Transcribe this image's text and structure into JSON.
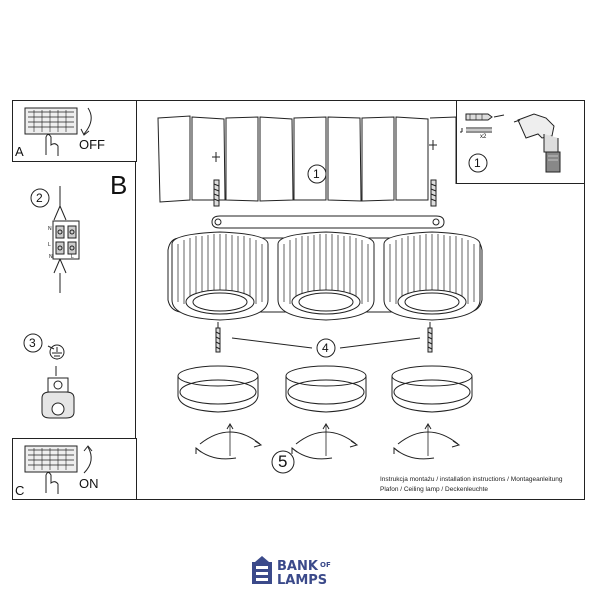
{
  "main_panel": {
    "label": "B"
  },
  "panel_a": {
    "letter": "A",
    "action": "OFF"
  },
  "panel_c": {
    "letter": "C",
    "action": "ON"
  },
  "inset": {
    "step": "1",
    "quantity": "x2"
  },
  "steps": {
    "s1": "1",
    "s2": "2",
    "s3": "3",
    "s4": "4",
    "s5": "5"
  },
  "wiring": {
    "n_left": "N",
    "l_left": "L",
    "n_right": "N",
    "l_right": "L"
  },
  "caption": {
    "line1": "Instrukcja montażu / installation instructions / Montageanleitung",
    "line2": "Plafon / Ceiling lamp / Deckenleuchte"
  },
  "brand": {
    "name_main": "BANK",
    "name_of": "OF",
    "name_sub": "LAMPS",
    "color": "#3b4a8a"
  }
}
